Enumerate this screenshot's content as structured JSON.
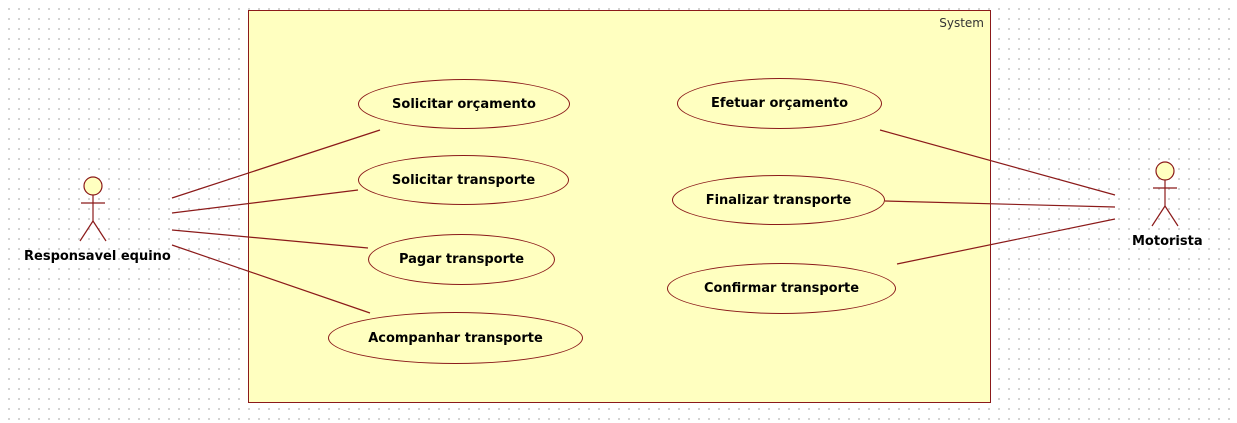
{
  "diagram": {
    "system_label": "System",
    "colors": {
      "boundary": "#8b1a1a",
      "fill": "#ffffc0",
      "actor_fill": "#ffffc0"
    },
    "actors": {
      "left": {
        "name": "Responsavel equino"
      },
      "right": {
        "name": "Motorista"
      }
    },
    "use_cases": [
      {
        "label": "Solicitar orçamento"
      },
      {
        "label": "Solicitar transporte"
      },
      {
        "label": "Pagar transporte"
      },
      {
        "label": "Acompanhar transporte"
      },
      {
        "label": "Efetuar orçamento"
      },
      {
        "label": "Finalizar transporte"
      },
      {
        "label": "Confirmar transporte"
      }
    ]
  }
}
